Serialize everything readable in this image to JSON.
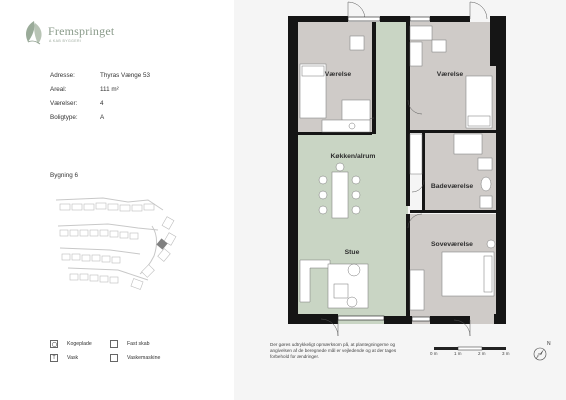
{
  "brand": {
    "name": "Fremspringet",
    "tagline": "A KAB BYGGERI"
  },
  "info": [
    {
      "key": "Adresse:",
      "value": "Thyras Vænge 53"
    },
    {
      "key": "Areal:",
      "value": "111 m²"
    },
    {
      "key": "Værelser:",
      "value": "4"
    },
    {
      "key": "Boligtype:",
      "value": "A"
    }
  ],
  "building": "Bygning 6",
  "legend": [
    {
      "symbol": "",
      "label": "Kogeplade"
    },
    {
      "symbol": "",
      "label": "Fast skab"
    },
    {
      "symbol": "T",
      "label": "Vask"
    },
    {
      "symbol": "",
      "label": "Vaskemaskine"
    }
  ],
  "rooms": {
    "r1": "Værelse",
    "r2": "Værelse",
    "kitchen": "Køkken/alrum",
    "bath": "Badeværelse",
    "bed": "Soveværelse",
    "living": "Stue"
  },
  "disclaimer": "Der gøres udtrykkeligt opmærksom på, at plantegningerne og angivelsen af de beregnede mål er vejledende og at der tages forbehold for ændringer.",
  "scale": {
    "labels": [
      "0 m",
      "1 m",
      "2 m",
      "3 m"
    ]
  },
  "compass": {
    "label": "N"
  },
  "colors": {
    "living": "#c9d5c4",
    "room": "#cfcbc8",
    "wall": "#151515",
    "accent": "#8a9b8a"
  }
}
